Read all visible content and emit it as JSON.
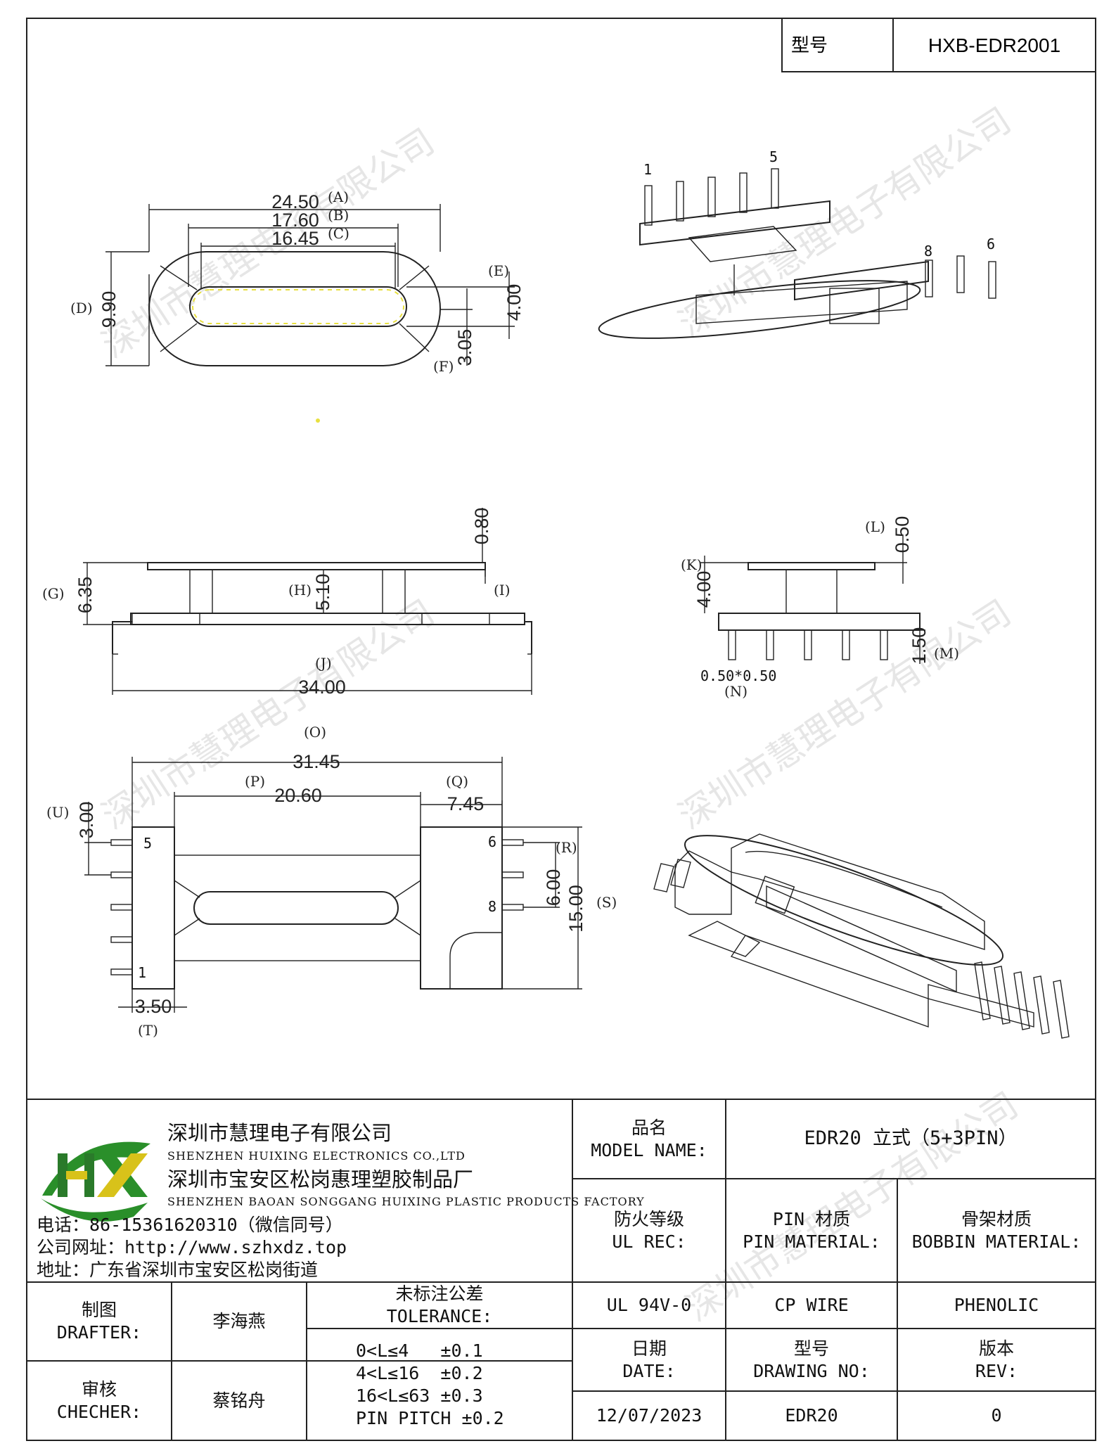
{
  "model_box": {
    "label": "型号",
    "value": "HXB-EDR2001"
  },
  "views": {
    "top": {
      "dims": [
        "24.50",
        "17.60",
        "16.45",
        "9.90",
        "4.00",
        "3.05"
      ],
      "tags": [
        "(A)",
        "(B)",
        "(C)",
        "(D)",
        "(E)",
        "(F)"
      ]
    },
    "front": {
      "dims": [
        "0.80",
        "6.35",
        "5.10",
        "34.00"
      ],
      "tags": [
        "(G)",
        "(H)",
        "(I)",
        "(J)"
      ]
    },
    "side": {
      "dims": [
        "0.50",
        "4.00",
        "1.50",
        "0.50*0.50"
      ],
      "tags": [
        "(K)",
        "(L)",
        "(M)",
        "(N)"
      ]
    },
    "bottom": {
      "dims": [
        "31.45",
        "20.60",
        "7.45",
        "3.00",
        "6.00",
        "15.00",
        "3.50"
      ],
      "tags": [
        "(O)",
        "(P)",
        "(Q)",
        "(U)",
        "(R)",
        "(S)",
        "(T)"
      ],
      "pins": [
        "5",
        "1",
        "6",
        "8"
      ]
    },
    "iso": {
      "pins": [
        "1",
        "5",
        "8",
        "6"
      ]
    }
  },
  "watermark": "深圳市慧理电子有限公司",
  "title_block": {
    "company_cn": "深圳市慧理电子有限公司",
    "company_en": "SHENZHEN HUIXING ELECTRONICS CO.,LTD",
    "factory_cn": "深圳市宝安区松岗惠理塑胶制品厂",
    "factory_en": "SHENZHEN BAOAN SONGGANG HUIXING PLASTIC PRODUCTS FACTORY",
    "phone": "电话：86-15361620310（微信同号）",
    "website": "公司网址：http://www.szhxdz.top",
    "address": "地址：广东省深圳市宝安区松岗街道",
    "model_name_label": [
      "品名",
      "MODEL NAME:"
    ],
    "model_name_value": "EDR20 立式（5+3PIN）",
    "ul_label": [
      "防火等级",
      "UL REC:"
    ],
    "pin_mat_label": [
      "PIN 材质",
      "PIN MATERIAL:"
    ],
    "bobbin_mat_label": [
      "骨架材质",
      "BOBBIN MATERIAL:"
    ],
    "ul_value": "UL 94V-0",
    "pin_mat_value": "CP WIRE",
    "bobbin_mat_value": "PHENOLIC",
    "drafter_label": [
      "制图",
      "DRAFTER:"
    ],
    "drafter_value": "李海燕",
    "checker_label": [
      "审核",
      "CHECHER:"
    ],
    "checker_value": "蔡铭舟",
    "tolerance_label": [
      "未标注公差",
      "TOLERANCE:"
    ],
    "tolerance_rows": [
      "0<L≤4   ±0.1",
      "4<L≤16  ±0.2",
      "16<L≤63 ±0.3",
      "PIN PITCH ±0.2"
    ],
    "date_label": [
      "日期",
      "DATE:"
    ],
    "date_value": "12/07/2023",
    "drawing_no_label": [
      "型号",
      "DRAWING NO:"
    ],
    "drawing_no_value": "EDR20",
    "rev_label": [
      "版本",
      "REV:"
    ],
    "rev_value": "0"
  }
}
